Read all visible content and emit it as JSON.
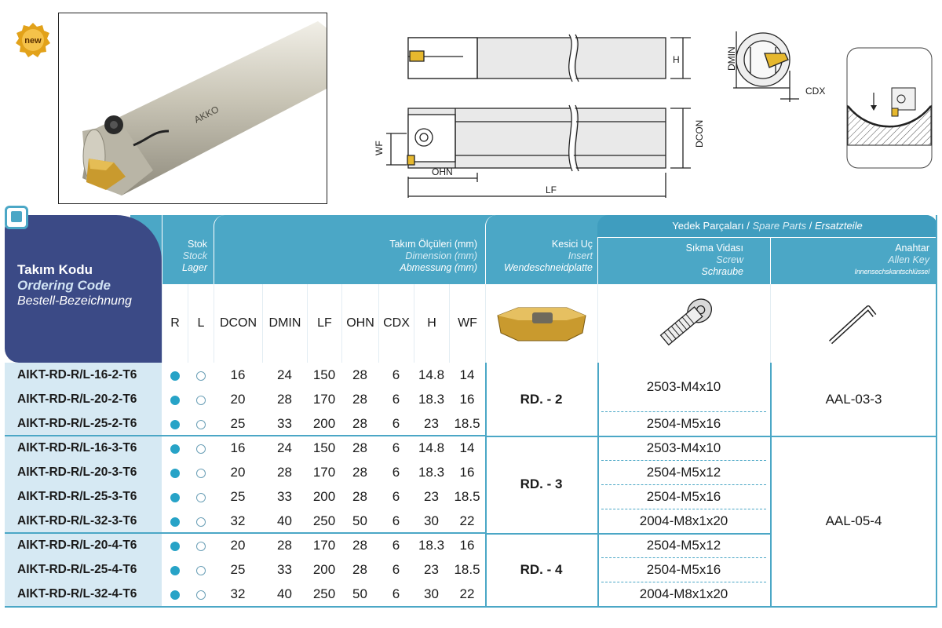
{
  "badge": {
    "label": "new"
  },
  "drawing": {
    "labels": {
      "H": "H",
      "DMIN": "DMIN",
      "CDX": "CDX",
      "WF": "WF",
      "DCON": "DCON",
      "OHN": "OHN",
      "LF": "LF"
    },
    "brand_text": "AKKO"
  },
  "table": {
    "code_header": {
      "tr": "Takım Kodu",
      "en": "Ordering Code",
      "de": "Bestell-Bezeichnung"
    },
    "stock_header": {
      "tr": "Stok",
      "en": "Stock",
      "de": "Lager"
    },
    "dim_header": {
      "tr": "Takım Ölçüleri (mm)",
      "en": "Dimension (mm)",
      "de": "Abmessung (mm)"
    },
    "insert_header": {
      "tr": "Kesici Uç",
      "en": "Insert",
      "de": "Wendeschneidplatte"
    },
    "spare_header": {
      "tr": "Yedek Parçaları",
      "en": "Spare Parts",
      "de": "Ersatzteile",
      "sep": "/"
    },
    "screw_header": {
      "tr": "Sıkma Vidası",
      "en": "Screw",
      "de": "Schraube"
    },
    "key_header": {
      "tr": "Anahtar",
      "en": "Allen Key",
      "de": "Innensechskantschlüssel"
    },
    "columns": [
      "R",
      "L",
      "DCON",
      "DMIN",
      "LF",
      "OHN",
      "CDX",
      "H",
      "WF"
    ],
    "rows": [
      {
        "code": "AIKT-RD-R/L-16-2-T6",
        "R": true,
        "L": false,
        "DCON": "16",
        "DMIN": "24",
        "LF": "150",
        "OHN": "28",
        "CDX": "6",
        "H": "14.8",
        "WF": "14"
      },
      {
        "code": "AIKT-RD-R/L-20-2-T6",
        "R": true,
        "L": false,
        "DCON": "20",
        "DMIN": "28",
        "LF": "170",
        "OHN": "28",
        "CDX": "6",
        "H": "18.3",
        "WF": "16"
      },
      {
        "code": "AIKT-RD-R/L-25-2-T6",
        "R": true,
        "L": false,
        "DCON": "25",
        "DMIN": "33",
        "LF": "200",
        "OHN": "28",
        "CDX": "6",
        "H": "23",
        "WF": "18.5"
      },
      {
        "code": "AIKT-RD-R/L-16-3-T6",
        "R": true,
        "L": false,
        "DCON": "16",
        "DMIN": "24",
        "LF": "150",
        "OHN": "28",
        "CDX": "6",
        "H": "14.8",
        "WF": "14"
      },
      {
        "code": "AIKT-RD-R/L-20-3-T6",
        "R": true,
        "L": false,
        "DCON": "20",
        "DMIN": "28",
        "LF": "170",
        "OHN": "28",
        "CDX": "6",
        "H": "18.3",
        "WF": "16"
      },
      {
        "code": "AIKT-RD-R/L-25-3-T6",
        "R": true,
        "L": false,
        "DCON": "25",
        "DMIN": "33",
        "LF": "200",
        "OHN": "28",
        "CDX": "6",
        "H": "23",
        "WF": "18.5"
      },
      {
        "code": "AIKT-RD-R/L-32-3-T6",
        "R": true,
        "L": false,
        "DCON": "32",
        "DMIN": "40",
        "LF": "250",
        "OHN": "50",
        "CDX": "6",
        "H": "30",
        "WF": "22"
      },
      {
        "code": "AIKT-RD-R/L-20-4-T6",
        "R": true,
        "L": false,
        "DCON": "20",
        "DMIN": "28",
        "LF": "170",
        "OHN": "28",
        "CDX": "6",
        "H": "18.3",
        "WF": "16"
      },
      {
        "code": "AIKT-RD-R/L-25-4-T6",
        "R": true,
        "L": false,
        "DCON": "25",
        "DMIN": "33",
        "LF": "200",
        "OHN": "28",
        "CDX": "6",
        "H": "23",
        "WF": "18.5"
      },
      {
        "code": "AIKT-RD-R/L-32-4-T6",
        "R": true,
        "L": false,
        "DCON": "32",
        "DMIN": "40",
        "LF": "250",
        "OHN": "50",
        "CDX": "6",
        "H": "30",
        "WF": "22"
      }
    ],
    "inserts": [
      "RD. - 2",
      "RD. - 3",
      "RD. - 4"
    ],
    "screws": [
      "2503-M4x10",
      "2504-M5x16",
      "2503-M4x10",
      "2504-M5x12",
      "2504-M5x16",
      "2004-M8x1x20",
      "2504-M5x12",
      "2504-M5x16",
      "2004-M8x1x20"
    ],
    "keys": [
      "AAL-03-3",
      "AAL-05-4"
    ]
  },
  "colors": {
    "header_blue": "#4ba7c6",
    "code_navy": "#3b4a86",
    "row_tint": "#d6e9f3",
    "dot_blue": "#27a3c7",
    "insert_gold": "#c99a2e"
  }
}
